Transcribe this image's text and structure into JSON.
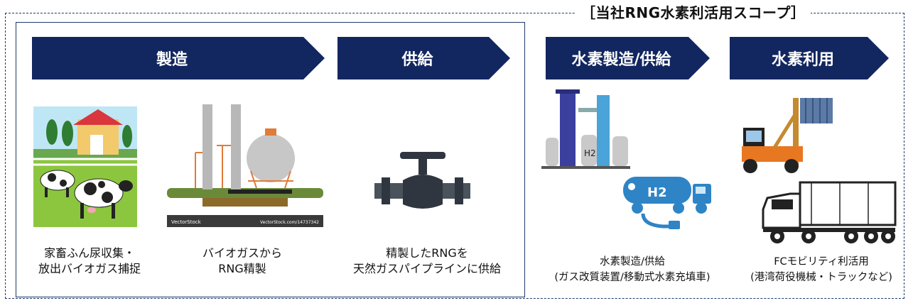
{
  "scope_title": "［当社RNG水素利活用スコープ］",
  "arrows": {
    "manufacture": "製造",
    "supply": "供給",
    "h2_production": "水素製造/供給",
    "h2_use": "水素利用"
  },
  "captions": {
    "livestock": [
      "家畜ふん尿収集・",
      "放出バイオガス捕捉"
    ],
    "refining": [
      "バイオガスから",
      "RNG精製"
    ],
    "pipeline": [
      "精製したRNGを",
      "天然ガスパイプラインに供給"
    ],
    "h2_supply": [
      "水素製造/供給",
      "(ガス改質装置/移動式水素充填車)"
    ],
    "h2_mobility": [
      "FCモビリティ利活用",
      "(港湾荷役機械・トラックなど)"
    ]
  },
  "image_labels": {
    "h2_tank_label": "H2",
    "truck_label": "H2",
    "vectorstock_left": "VectorStock",
    "vectorstock_right": "VectorStock.com/14737342"
  },
  "colors": {
    "navy": "#122660",
    "border": "#1f3a6b"
  }
}
